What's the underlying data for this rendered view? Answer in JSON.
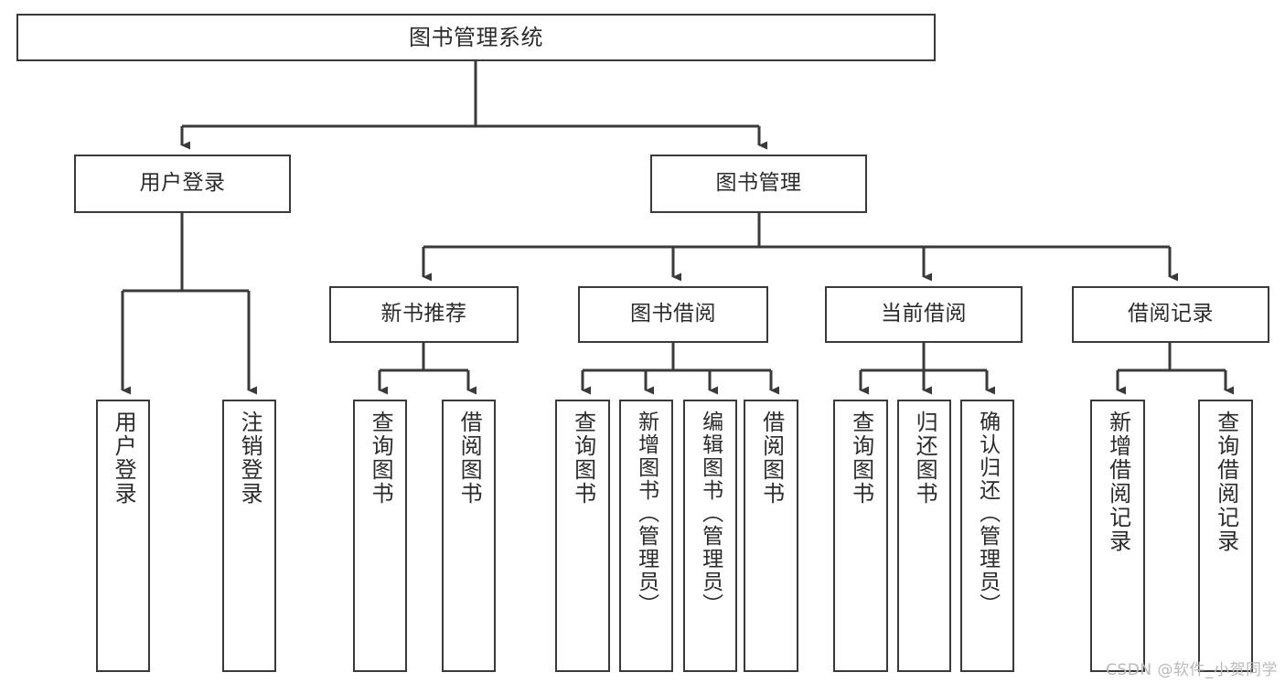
{
  "diagram": {
    "title": "图书管理系统",
    "type": "tree",
    "watermark": "CSDN @软件_小贺同学",
    "colors": {
      "node_border": "#3a3a3a",
      "node_fill": "#ffffff",
      "edge": "#3a3a3a",
      "text": "#2b2b2b",
      "watermark": "#b9b9b9",
      "background": "#ffffff"
    },
    "nodes": {
      "root": {
        "label": "图书管理系统"
      },
      "level2": [
        {
          "id": "user-login",
          "label": "用户登录"
        },
        {
          "id": "book-manage",
          "label": "图书管理"
        }
      ],
      "level3": [
        {
          "id": "new-book-rec",
          "label": "新书推荐"
        },
        {
          "id": "book-borrow",
          "label": "图书借阅"
        },
        {
          "id": "current-borrow",
          "label": "当前借阅"
        },
        {
          "id": "borrow-record",
          "label": "借阅记录"
        }
      ],
      "leaves": {
        "user-login": [
          {
            "id": "leaf-user-login",
            "label": "用户登录"
          },
          {
            "id": "leaf-user-logout",
            "label": "注销登录"
          }
        ],
        "new-book-rec": [
          {
            "id": "leaf-query-book-1",
            "label": "查询图书"
          },
          {
            "id": "leaf-borrow-book-1",
            "label": "借阅图书"
          }
        ],
        "book-borrow": [
          {
            "id": "leaf-query-book-2",
            "label": "查询图书"
          },
          {
            "id": "leaf-add-book",
            "label": "新增图书（管理员）"
          },
          {
            "id": "leaf-edit-book",
            "label": "编辑图书（管理员）"
          },
          {
            "id": "leaf-borrow-book-2",
            "label": "借阅图书"
          }
        ],
        "current-borrow": [
          {
            "id": "leaf-query-book-3",
            "label": "查询图书"
          },
          {
            "id": "leaf-return-book",
            "label": "归还图书"
          },
          {
            "id": "leaf-confirm-return",
            "label": "确认归还（管理员）"
          }
        ],
        "borrow-record": [
          {
            "id": "leaf-add-record",
            "label": "新增借阅记录"
          },
          {
            "id": "leaf-query-record",
            "label": "查询借阅记录"
          }
        ]
      }
    }
  }
}
